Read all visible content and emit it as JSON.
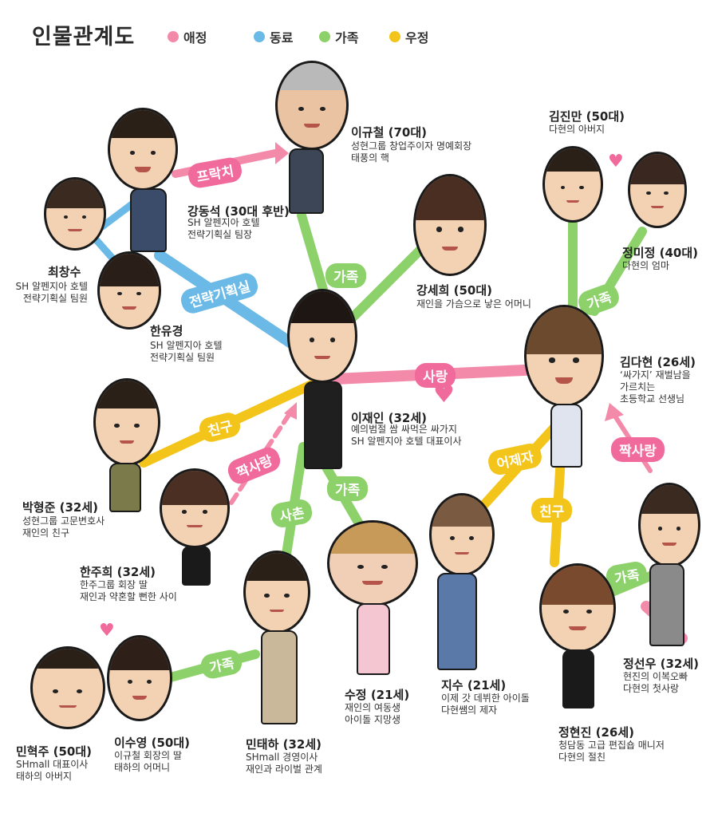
{
  "header": {
    "title": "인물관계도"
  },
  "legend": [
    {
      "label": "애정",
      "color": "#f48aaa"
    },
    {
      "label": "동료",
      "color": "#6ab9e6"
    },
    {
      "label": "가족",
      "color": "#8cd16a"
    },
    {
      "label": "우정",
      "color": "#f3c51b"
    }
  ],
  "characters": {
    "lee_gyu_cheol": {
      "name": "이규철 (70대)",
      "desc": [
        "성현그룹 창업주이자 명예회장",
        "태풍의 핵"
      ]
    },
    "kang_dong_seok": {
      "name": "강동석 (30대 후반)",
      "desc": [
        "SH 알펜지아 호텔",
        "전략기획실 팀장"
      ]
    },
    "choi_chang_su": {
      "name": "최창수",
      "desc": [
        "SH 알펜지아 호텔",
        "전략기획실 팀원"
      ]
    },
    "han_yu_gyeong": {
      "name": "한유경",
      "desc": [
        "SH 알펜지아 호텔",
        "전략기획실 팀원"
      ]
    },
    "kang_se_hui": {
      "name": "강세희 (50대)",
      "desc": [
        "재인을 가슴으로 낳은 어머니"
      ]
    },
    "kim_jin_man": {
      "name": "김진만 (50대)",
      "desc": [
        "다현의 아버지"
      ]
    },
    "jeong_mi_jeong": {
      "name": "정미정 (40대)",
      "desc": [
        "다현의 엄마"
      ]
    },
    "lee_jae_in": {
      "name": "이재인 (32세)",
      "desc": [
        "예의범절 쌈 싸먹은 싸가지",
        "SH 알펜지아 호텔 대표이사"
      ]
    },
    "kim_da_hyeon": {
      "name": "김다현 (26세)",
      "desc": [
        "‘싸가지’ 재벌남을",
        "가르치는",
        "초등학교 선생님"
      ]
    },
    "park_hyeong_jun": {
      "name": "박형준 (32세)",
      "desc": [
        "성현그룹 고문변호사",
        "재인의 친구"
      ]
    },
    "han_ju_hui": {
      "name": "한주희 (32세)",
      "desc": [
        "한주그룹 회장 딸",
        "재인과 약혼할 뻔한 사이"
      ]
    },
    "su_jeong": {
      "name": "수정 (21세)",
      "desc": [
        "재인의 여동생",
        "아이돌 지망생"
      ]
    },
    "ji_su": {
      "name": "지수 (21세)",
      "desc": [
        "이제 갓 데뷔한 아이돌",
        "다현쌤의 제자"
      ]
    },
    "jeong_seon_u": {
      "name": "정선우 (32세)",
      "desc": [
        "현진의 이복오빠",
        "다현의 첫사랑"
      ]
    },
    "jeong_hyeon_jin": {
      "name": "정현진 (26세)",
      "desc": [
        "청담동 고급 편집숍 매니저",
        "다현의 절친"
      ]
    },
    "min_hyeok_ju": {
      "name": "민혁주 (50대)",
      "desc": [
        "SHmall 대표이사",
        "태하의 아버지"
      ]
    },
    "lee_su_yeong": {
      "name": "이수영 (50대)",
      "desc": [
        "이규철 회장의 딸",
        "태하의 어머니"
      ]
    },
    "min_tae_ha": {
      "name": "민태하 (32세)",
      "desc": [
        "SHmall 경영이사",
        "재인과 라이벌 관계"
      ]
    }
  },
  "relations": {
    "prakchi": "프락치",
    "strategy": "전략기획실",
    "family_top": "가족",
    "family_right": "가족",
    "love": "사랑",
    "friend_left": "친구",
    "crush_left": "짝사랑",
    "cousin": "사촌",
    "family_bottom": "가족",
    "yesterday": "어제자",
    "crush_right": "짝사랑",
    "friend_right": "친구",
    "family_seonu": "가족",
    "family_min": "가족"
  },
  "colors": {
    "love": "#f48aaa",
    "colleague": "#6ab9e6",
    "family": "#8cd16a",
    "friend": "#f3c51b"
  }
}
